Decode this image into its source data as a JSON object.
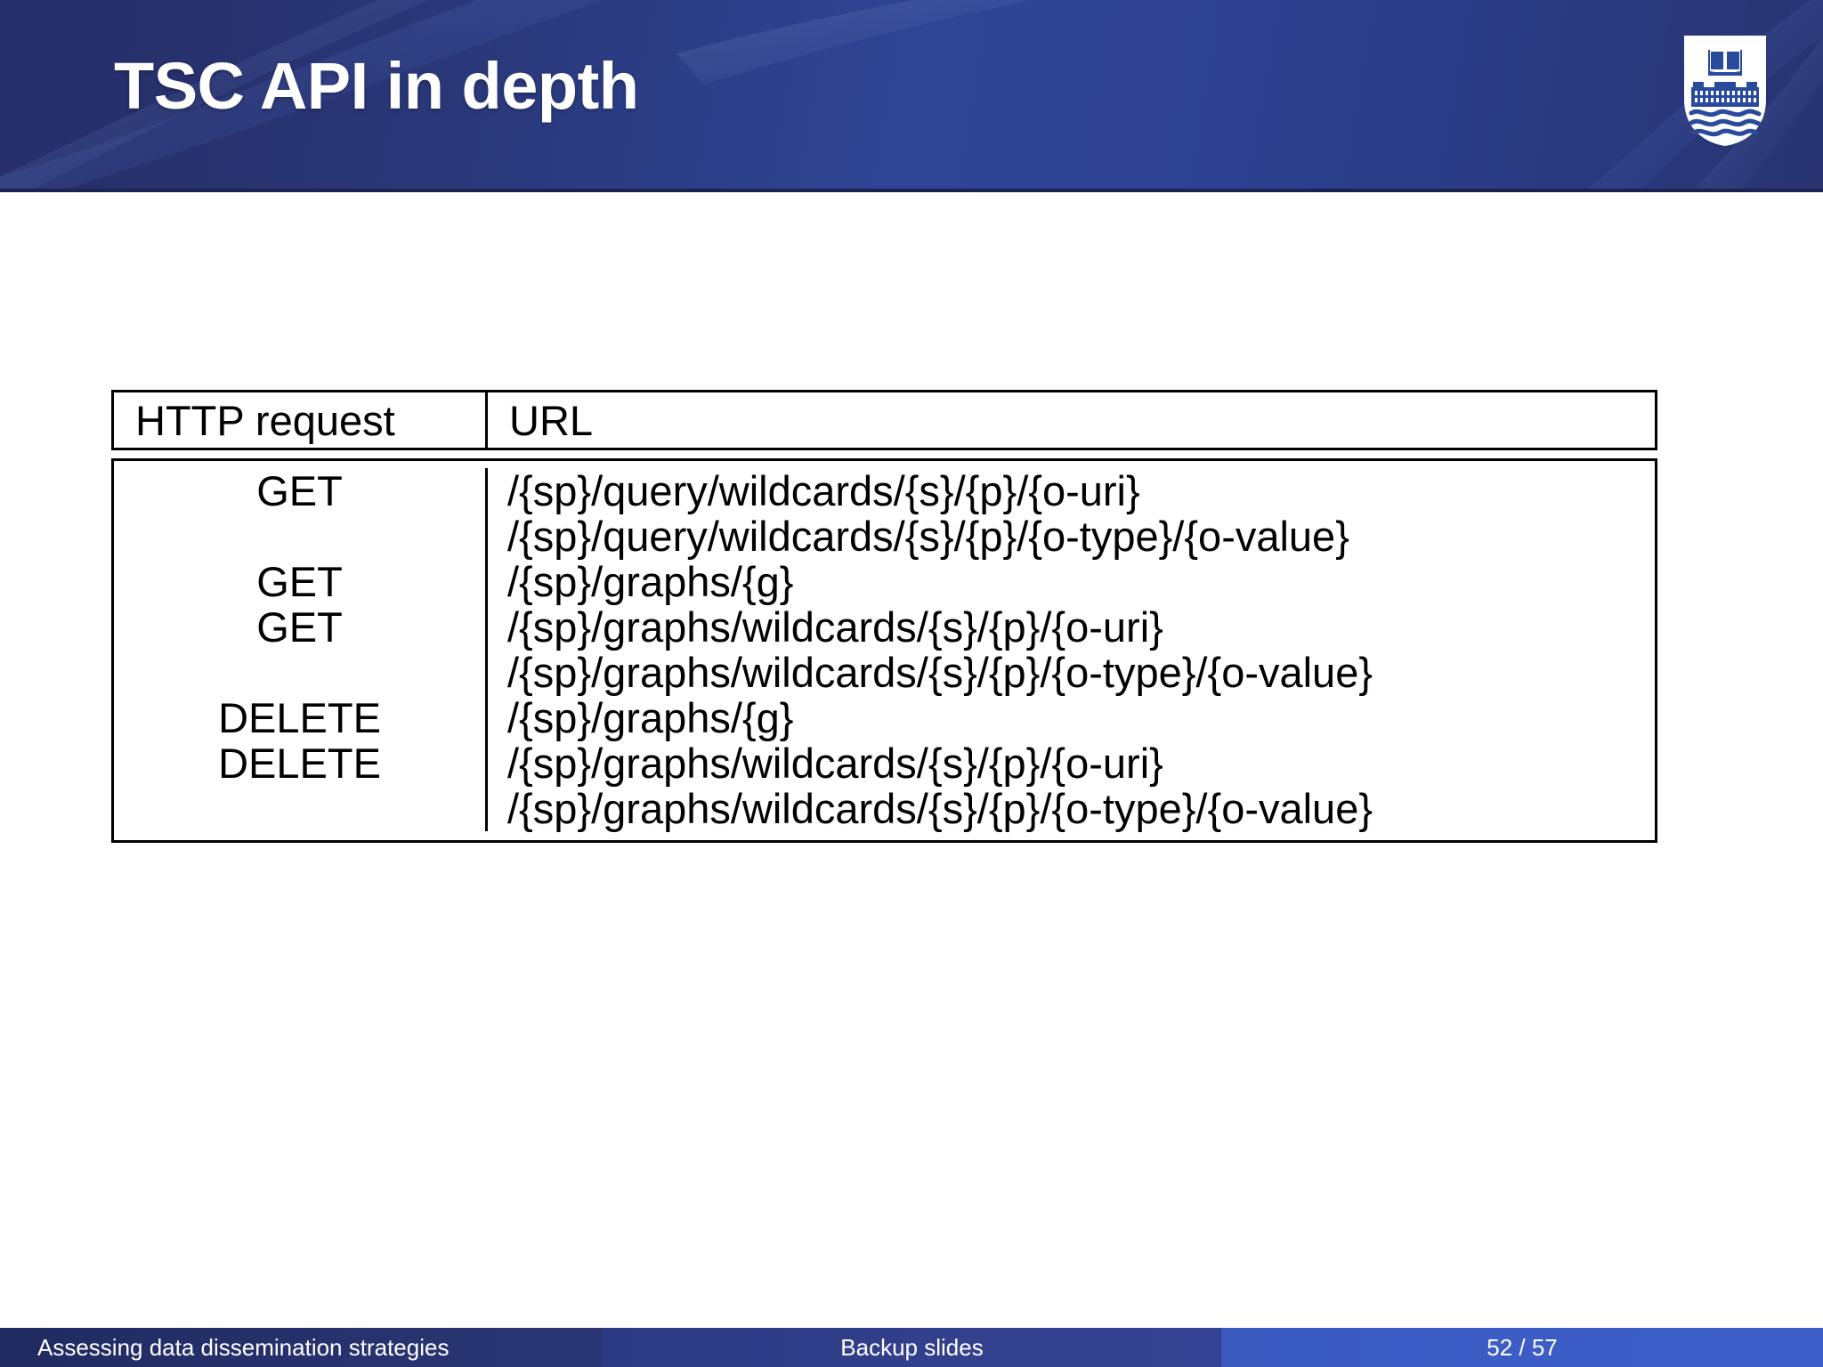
{
  "header": {
    "title": "TSC API in depth",
    "logo_name": "university-coat-of-arms"
  },
  "table": {
    "columns": [
      "HTTP request",
      "URL"
    ],
    "rows": [
      {
        "method": "GET",
        "urls": [
          "/{sp}/query/wildcards/{s}/{p}/{o-uri}",
          "/{sp}/query/wildcards/{s}/{p}/{o-type}/{o-value}"
        ]
      },
      {
        "method": "GET",
        "urls": [
          "/{sp}/graphs/{g}"
        ]
      },
      {
        "method": "GET",
        "urls": [
          "/{sp}/graphs/wildcards/{s}/{p}/{o-uri}",
          "/{sp}/graphs/wildcards/{s}/{p}/{o-type}/{o-value}"
        ]
      },
      {
        "method": "DELETE",
        "urls": [
          "/{sp}/graphs/{g}"
        ]
      },
      {
        "method": "DELETE",
        "urls": [
          "/{sp}/graphs/wildcards/{s}/{p}/{o-uri}",
          "/{sp}/graphs/wildcards/{s}/{p}/{o-type}/{o-value}"
        ]
      }
    ]
  },
  "footer": {
    "left": "Assessing data dissemination strategies",
    "center": "Backup slides",
    "right": "52 / 57"
  },
  "colors": {
    "header_blue_dark": "#27306b",
    "header_blue_light": "#2f4493",
    "footer_left": "#202a61",
    "footer_center": "#32408d",
    "footer_right": "#3c5dc6",
    "accent_strip": "#c3d3f3",
    "table_border": "#000000",
    "text_dark": "#000000",
    "text_light": "#ffffff"
  }
}
